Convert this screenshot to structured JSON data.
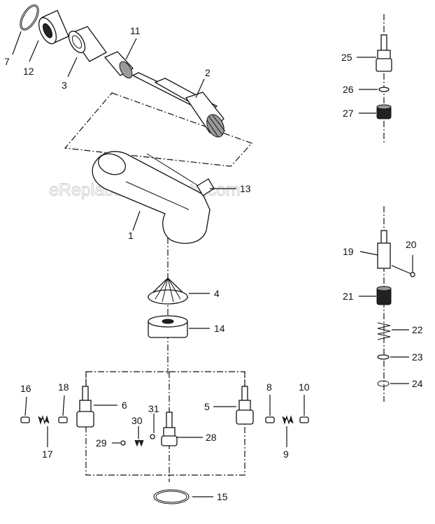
{
  "watermark": "eReplacementParts.com",
  "parts": [
    {
      "id": "p1",
      "label": "1"
    },
    {
      "id": "p2",
      "label": "2"
    },
    {
      "id": "p3",
      "label": "3"
    },
    {
      "id": "p4",
      "label": "4"
    },
    {
      "id": "p5",
      "label": "5"
    },
    {
      "id": "p6",
      "label": "6"
    },
    {
      "id": "p7",
      "label": "7"
    },
    {
      "id": "p8",
      "label": "8"
    },
    {
      "id": "p9",
      "label": "9"
    },
    {
      "id": "p10",
      "label": "10"
    },
    {
      "id": "p11",
      "label": "11"
    },
    {
      "id": "p12",
      "label": "12"
    },
    {
      "id": "p13",
      "label": "13"
    },
    {
      "id": "p14",
      "label": "14"
    },
    {
      "id": "p15",
      "label": "15"
    },
    {
      "id": "p16",
      "label": "16"
    },
    {
      "id": "p17",
      "label": "17"
    },
    {
      "id": "p18",
      "label": "18"
    },
    {
      "id": "p19",
      "label": "19"
    },
    {
      "id": "p20",
      "label": "20"
    },
    {
      "id": "p21",
      "label": "21"
    },
    {
      "id": "p22",
      "label": "22"
    },
    {
      "id": "p23",
      "label": "23"
    },
    {
      "id": "p24",
      "label": "24"
    },
    {
      "id": "p25",
      "label": "25"
    },
    {
      "id": "p26",
      "label": "26"
    },
    {
      "id": "p27",
      "label": "27"
    },
    {
      "id": "p28",
      "label": "28"
    },
    {
      "id": "p29",
      "label": "29"
    },
    {
      "id": "p30",
      "label": "30"
    },
    {
      "id": "p31",
      "label": "31"
    }
  ]
}
